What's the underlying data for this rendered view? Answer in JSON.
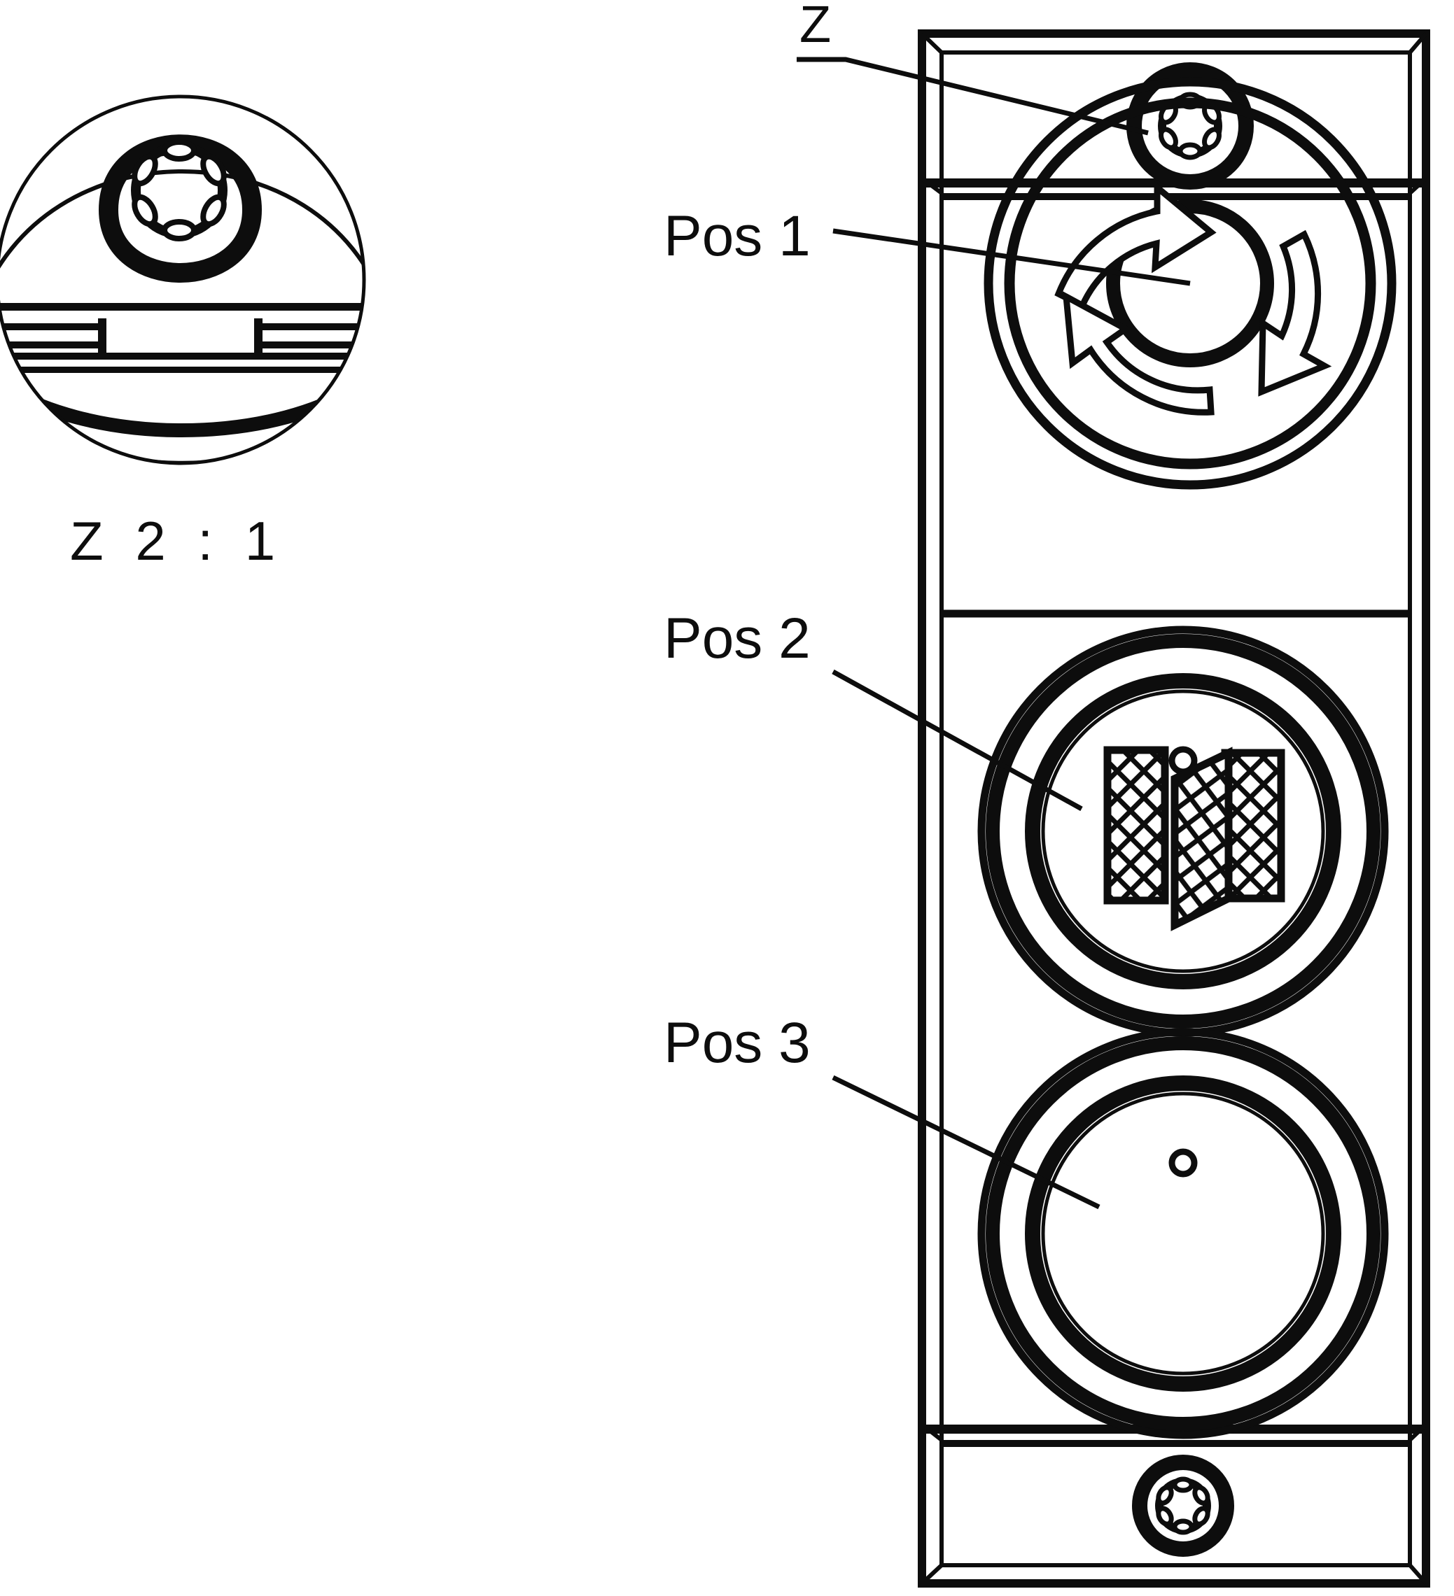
{
  "drawing": {
    "title": "Control panel technical drawing",
    "type": "engineering-line-drawing",
    "line_color": "#0d0d0d",
    "background_color": "#ffffff"
  },
  "detail_view": {
    "callout_letter": "Z",
    "caption": "Z 2 : 1",
    "scale": "2:1",
    "contents": "screw boss with torx screw head and panel seam"
  },
  "labels": {
    "pos1": "Pos 1",
    "pos2": "Pos 2",
    "pos3": "Pos 3",
    "callout_z": "Z"
  },
  "panel": {
    "sections": [
      {
        "name": "top-screw-section",
        "feature": "torx-screw"
      },
      {
        "name": "pos1-section",
        "feature": "rotary-knob-with-arrows"
      },
      {
        "name": "pos2-section",
        "feature": "knob-with-grid-icon"
      },
      {
        "name": "pos3-section",
        "feature": "plain-knob"
      },
      {
        "name": "bottom-screw-section",
        "feature": "torx-screw"
      }
    ]
  },
  "controls": {
    "pos1": {
      "name": "rotary-selector-knob",
      "arrows": 3,
      "arrow_style": "outlined-curved",
      "rings": [
        "outer-bezel",
        "inner-ring",
        "center-hub"
      ]
    },
    "pos2": {
      "name": "grid-icon-knob",
      "icon": "folding-grid-panel",
      "marker": "index-dot-top"
    },
    "pos3": {
      "name": "plain-knob",
      "icon": "none",
      "marker": "index-dot-top"
    }
  },
  "fasteners": {
    "top": {
      "type": "torx-screw",
      "lobes": 6
    },
    "bottom": {
      "type": "torx-screw",
      "lobes": 6
    }
  }
}
